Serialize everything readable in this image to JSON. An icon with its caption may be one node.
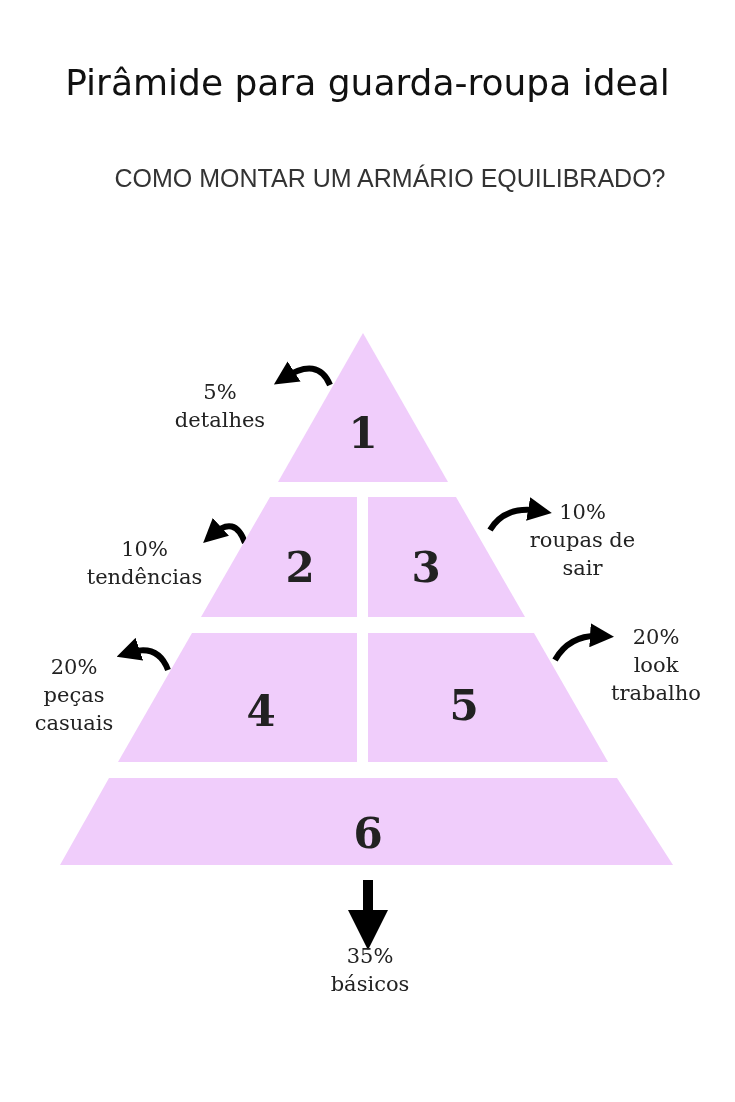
{
  "diagram": {
    "title": "Pirâmide para guarda-roupa ideal",
    "nodes": [
      {
        "text": [
          "1"
        ]
      },
      {
        "text": [
          "2"
        ]
      },
      {
        "text": [
          "3"
        ]
      },
      {
        "text": [
          "4"
        ]
      },
      {
        "text": [
          "5"
        ]
      },
      {
        "text": [
          "6"
        ]
      },
      {
        "text": [
          "5%",
          "detalhes"
        ]
      },
      {
        "text": [
          "10%",
          "tendências"
        ]
      },
      {
        "text": [
          "10%",
          "roupas de sair"
        ]
      },
      {
        "text": [
          "20%",
          "peças casuais"
        ]
      },
      {
        "text": [
          "20%",
          "look trabalho"
        ]
      },
      {
        "text": [
          "35%",
          "básicos"
        ]
      }
    ],
    "edges": [
      {
        "from": 0,
        "to": 6,
        "arrow": "to"
      },
      {
        "from": 1,
        "to": 7,
        "arrow": "to"
      },
      {
        "from": 2,
        "to": 8,
        "arrow": "to"
      },
      {
        "from": 3,
        "to": 9,
        "arrow": "to"
      },
      {
        "from": 4,
        "to": 10,
        "arrow": "to"
      },
      {
        "from": 5,
        "to": 11,
        "arrow": "to"
      }
    ],
    "labels": [
      "COMO MONTAR UM ARMÁRIO EQUILIBRADO?"
    ]
  }
}
